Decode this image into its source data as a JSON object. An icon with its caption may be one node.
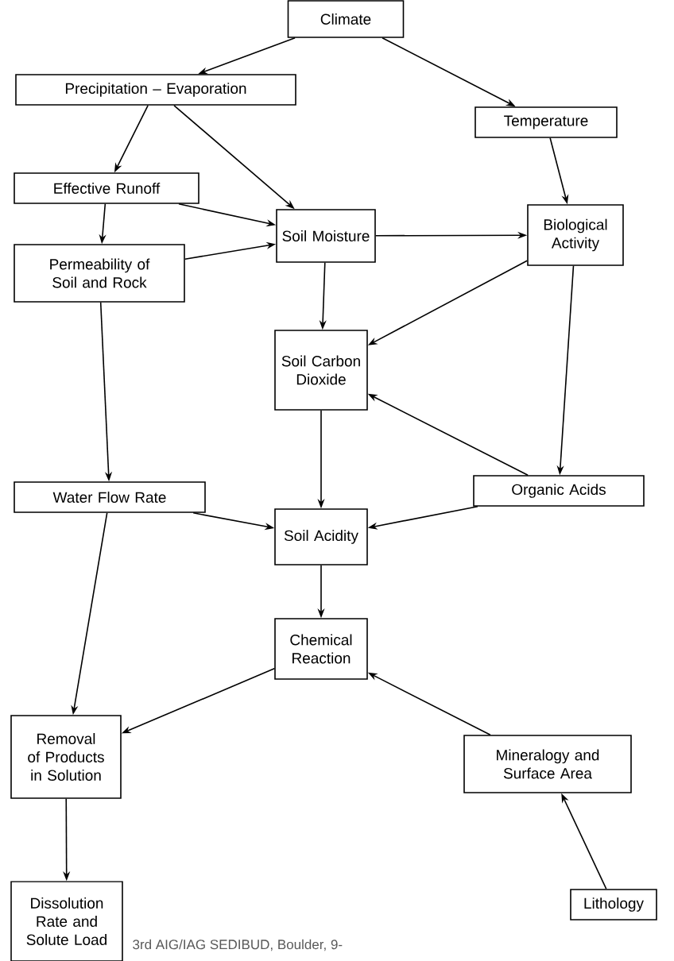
{
  "diagram": {
    "nodes": [
      {
        "text": [
          "Climate"
        ]
      },
      {
        "text": [
          "Precipitation – Evaporation"
        ]
      },
      {
        "text": [
          "Temperature"
        ]
      },
      {
        "text": [
          "Effective Runoff"
        ]
      },
      {
        "text": [
          "Soil Moisture"
        ]
      },
      {
        "text": [
          "Biological Activity"
        ]
      },
      {
        "text": [
          "Permeability of Soil and Rock"
        ]
      },
      {
        "text": [
          "Soil Carbon Dioxide"
        ]
      },
      {
        "text": [
          "Water Flow Rate"
        ]
      },
      {
        "text": [
          "Organic Acids"
        ]
      },
      {
        "text": [
          "Soil Acidity"
        ]
      },
      {
        "text": [
          "Chemical Reaction"
        ]
      },
      {
        "text": [
          "Mineralogy and Surface Area"
        ]
      },
      {
        "text": [
          "Removal of Products in Solution"
        ]
      },
      {
        "text": [
          "Lithology"
        ]
      },
      {
        "text": [
          "Dissolution Rate and Solute Load"
        ]
      }
    ],
    "edges": [
      {
        "from": 0,
        "to": 1,
        "arrow": "to"
      },
      {
        "from": 0,
        "to": 2,
        "arrow": "to"
      },
      {
        "from": 1,
        "to": 3,
        "arrow": "to"
      },
      {
        "from": 1,
        "to": 4,
        "arrow": "to"
      },
      {
        "from": 3,
        "to": 4,
        "arrow": "to"
      },
      {
        "from": 3,
        "to": 6,
        "arrow": "to"
      },
      {
        "from": 6,
        "to": 4,
        "arrow": "to"
      },
      {
        "from": 4,
        "to": 5,
        "arrow": "to"
      },
      {
        "from": 2,
        "to": 5,
        "arrow": "to"
      },
      {
        "from": 4,
        "to": 7,
        "arrow": "to"
      },
      {
        "from": 5,
        "to": 7,
        "arrow": "to"
      },
      {
        "from": 5,
        "to": 9,
        "arrow": "to"
      },
      {
        "from": 9,
        "to": 7,
        "arrow": "to"
      },
      {
        "from": 7,
        "to": 10,
        "arrow": "to"
      },
      {
        "from": 6,
        "to": 8,
        "arrow": "to"
      },
      {
        "from": 8,
        "to": 10,
        "arrow": "to"
      },
      {
        "from": 9,
        "to": 10,
        "arrow": "to"
      },
      {
        "from": 10,
        "to": 11,
        "arrow": "to"
      },
      {
        "from": 8,
        "to": 13,
        "arrow": "to"
      },
      {
        "from": 11,
        "to": 13,
        "arrow": "to"
      },
      {
        "from": 12,
        "to": 11,
        "arrow": "to"
      },
      {
        "from": 14,
        "to": 12,
        "arrow": "to"
      },
      {
        "from": 13,
        "to": 15,
        "arrow": "to"
      }
    ],
    "labels": [
      "3rd AIG/IAG SEDIBUD, Boulder, 9-"
    ]
  }
}
